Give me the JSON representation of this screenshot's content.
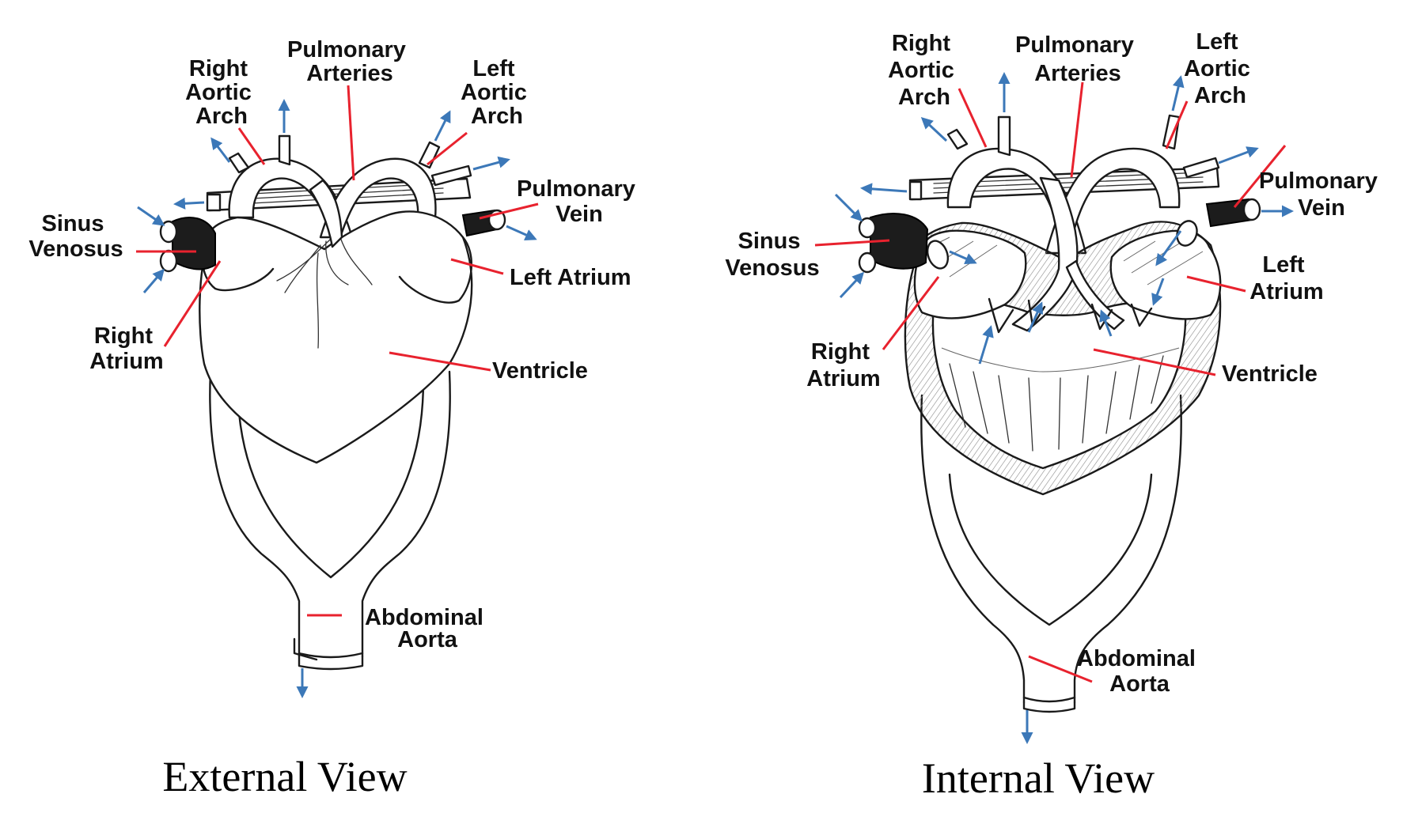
{
  "external": {
    "caption": "External View",
    "labels": {
      "right_aortic_arch": [
        "Right",
        "Aortic",
        "Arch"
      ],
      "pulmonary_arteries": [
        "Pulmonary",
        "Arteries"
      ],
      "left_aortic_arch": [
        "Left",
        "Aortic",
        "Arch"
      ],
      "pulmonary_vein": [
        "Pulmonary",
        "Vein"
      ],
      "sinus_venosus": [
        "Sinus",
        "Venosus"
      ],
      "left_atrium": [
        "Left Atrium"
      ],
      "right_atrium": [
        "Right",
        "Atrium"
      ],
      "ventricle": [
        "Ventricle"
      ],
      "abdominal_aorta": [
        "Abdominal",
        "Aorta"
      ]
    }
  },
  "internal": {
    "caption": "Internal View",
    "labels": {
      "right_aortic_arch": [
        "Right",
        "Aortic",
        "Arch"
      ],
      "pulmonary_arteries": [
        "Pulmonary",
        "Arteries"
      ],
      "left_aortic_arch": [
        "Left",
        "Aortic",
        "Arch"
      ],
      "pulmonary_vein": [
        "Pulmonary",
        "Vein"
      ],
      "sinus_venosus": [
        "Sinus",
        "Venosus"
      ],
      "left_atrium": [
        "Left",
        "Atrium"
      ],
      "right_atrium": [
        "Right",
        "Atrium"
      ],
      "ventricle": [
        "Ventricle"
      ],
      "abdominal_aorta": [
        "Abdominal",
        "Aorta"
      ]
    }
  },
  "colors": {
    "leader_line": "#e8222e",
    "flow_arrow": "#3c78b8",
    "vein_fill": "#1c1c1c"
  }
}
